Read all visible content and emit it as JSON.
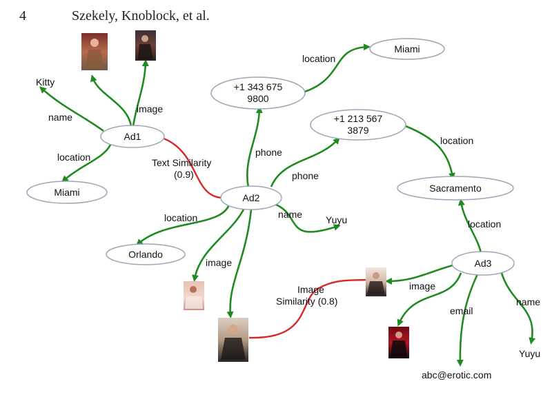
{
  "header": {
    "page_number": "4",
    "authors": "Szekely, Knoblock, et al."
  },
  "nodes": {
    "ad1": "Ad1",
    "ad2": "Ad2",
    "ad3": "Ad3",
    "phone1_line1": "+1 343 675",
    "phone1_line2": "9800",
    "phone2_line1": "+1 213 567",
    "phone2_line2": "3879",
    "miami_top": "Miami",
    "miami_left": "Miami",
    "orlando": "Orlando",
    "sacramento": "Sacramento"
  },
  "leaf_labels": {
    "kitty": "Kitty",
    "yuyu_mid": "Yuyu",
    "yuyu_right": "Yuyu",
    "email_value": "abc@erotic.com"
  },
  "edge_labels": {
    "name_ad1": "name",
    "image_ad1": "image",
    "location_ad1": "location",
    "text_similarity_line1": "Text Similarity",
    "text_similarity_line2": "(0.9)",
    "phone_ad2_up": "phone",
    "phone_ad2_right": "phone",
    "location_phone1": "location",
    "location_phone2": "location",
    "location_ad2": "location",
    "name_ad2": "name",
    "image_ad2": "image",
    "image_similarity_line1": "Image",
    "image_similarity_line2": "Similarity (0.8)",
    "location_ad3": "location",
    "image_ad3": "image",
    "email_ad3": "email",
    "name_ad3": "name"
  },
  "colors": {
    "attribute_edge": "#1f8a1f",
    "similarity_edge": "#d62828",
    "node_border": "#9aa6b8"
  }
}
